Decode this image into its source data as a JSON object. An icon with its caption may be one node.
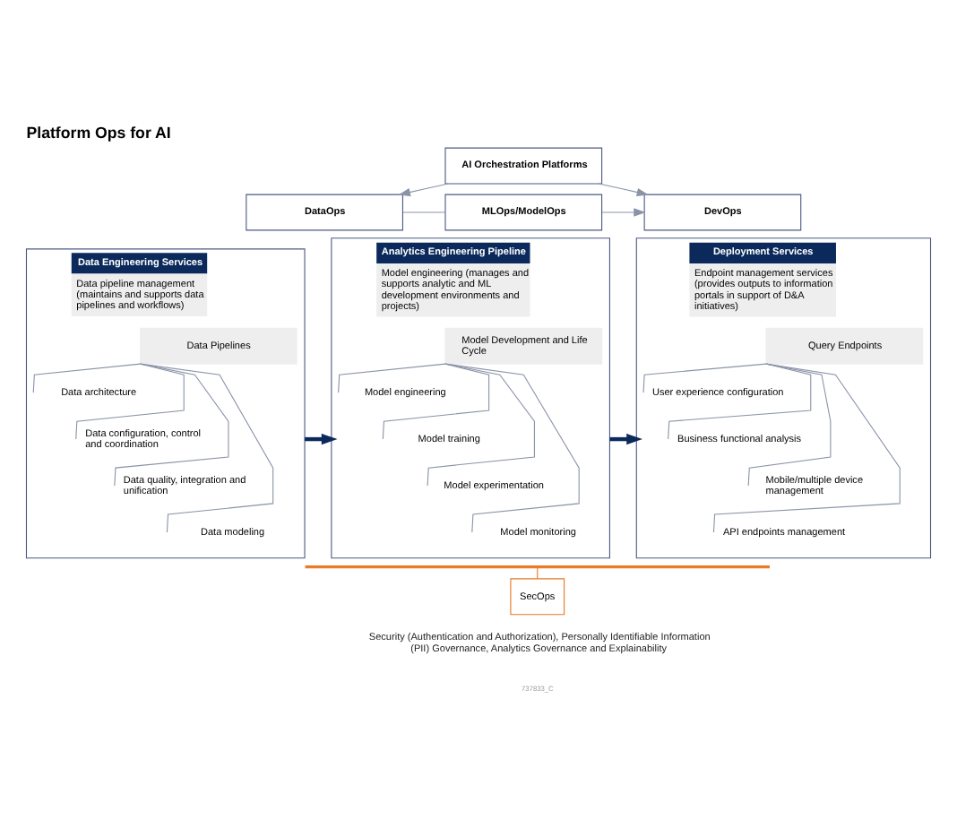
{
  "diagram": {
    "title": "Platform Ops for AI",
    "nodes": [
      {
        "text": [
          "AI Orchestration Platforms"
        ]
      },
      {
        "text": [
          "DataOps"
        ]
      },
      {
        "text": [
          "MLOps/ModelOps"
        ]
      },
      {
        "text": [
          "DevOps"
        ]
      },
      {
        "text": [
          "Data Engineering Services",
          "Data pipeline management (maintains and supports data pipelines and workflows)"
        ]
      },
      {
        "text": [
          "Data Pipelines"
        ],
        "in": 4
      },
      {
        "text": [
          "Data architecture"
        ],
        "in": 4
      },
      {
        "text": [
          "Data configuration, control and coordination"
        ],
        "in": 4
      },
      {
        "text": [
          "Data quality, integration and unification"
        ],
        "in": 4
      },
      {
        "text": [
          "Data modeling"
        ],
        "in": 4
      },
      {
        "text": [
          "Analytics Engineering Pipeline",
          "Model engineering (manages and supports analytic and ML development environments and projects)"
        ]
      },
      {
        "text": [
          "Model Development and Life Cycle"
        ],
        "in": 10
      },
      {
        "text": [
          "Model engineering"
        ],
        "in": 10
      },
      {
        "text": [
          "Model training"
        ],
        "in": 10
      },
      {
        "text": [
          "Model experimentation"
        ],
        "in": 10
      },
      {
        "text": [
          "Model monitoring"
        ],
        "in": 10
      },
      {
        "text": [
          "Deployment Services",
          "Endpoint management services (provides outputs to information portals in support of D&A initiatives)"
        ]
      },
      {
        "text": [
          "Query Endpoints"
        ],
        "in": 16
      },
      {
        "text": [
          "User experience configuration"
        ],
        "in": 16
      },
      {
        "text": [
          "Business functional analysis"
        ],
        "in": 16
      },
      {
        "text": [
          "Mobile/multiple device management"
        ],
        "in": 16
      },
      {
        "text": [
          "API endpoints management"
        ],
        "in": 16
      },
      {
        "text": [],
        "shape": "bar"
      },
      {
        "text": [
          "SecOps"
        ]
      }
    ],
    "edges": [
      {
        "from": 0,
        "to": 1,
        "arrow": "to"
      },
      {
        "from": 0,
        "to": 3,
        "arrow": "to"
      },
      {
        "from": 1,
        "to": 2,
        "arrow": "none"
      },
      {
        "from": 2,
        "to": 3,
        "arrow": "to"
      },
      {
        "from": 4,
        "to": 10,
        "arrow": "to",
        "style": "thick",
        "color": "#0b2a5b"
      },
      {
        "from": 10,
        "to": 16,
        "arrow": "to",
        "style": "thick",
        "color": "#0b2a5b"
      },
      {
        "from": 5,
        "to": 6,
        "arrow": "none"
      },
      {
        "from": 5,
        "to": 7,
        "arrow": "none"
      },
      {
        "from": 5,
        "to": 8,
        "arrow": "none"
      },
      {
        "from": 5,
        "to": 9,
        "arrow": "none"
      },
      {
        "from": 11,
        "to": 12,
        "arrow": "none"
      },
      {
        "from": 11,
        "to": 13,
        "arrow": "none"
      },
      {
        "from": 11,
        "to": 14,
        "arrow": "none"
      },
      {
        "from": 11,
        "to": 15,
        "arrow": "none"
      },
      {
        "from": 17,
        "to": 18,
        "arrow": "none"
      },
      {
        "from": 17,
        "to": 19,
        "arrow": "none"
      },
      {
        "from": 17,
        "to": 20,
        "arrow": "none"
      },
      {
        "from": 17,
        "to": 21,
        "arrow": "none"
      },
      {
        "from": 22,
        "to": 23,
        "arrow": "none",
        "color": "#e87722"
      }
    ],
    "labels": [
      "Security (Authentication and Authorization), Personally Identifiable Information (PII) Governance, Analytics Governance and Explainability",
      "737833_C"
    ]
  }
}
